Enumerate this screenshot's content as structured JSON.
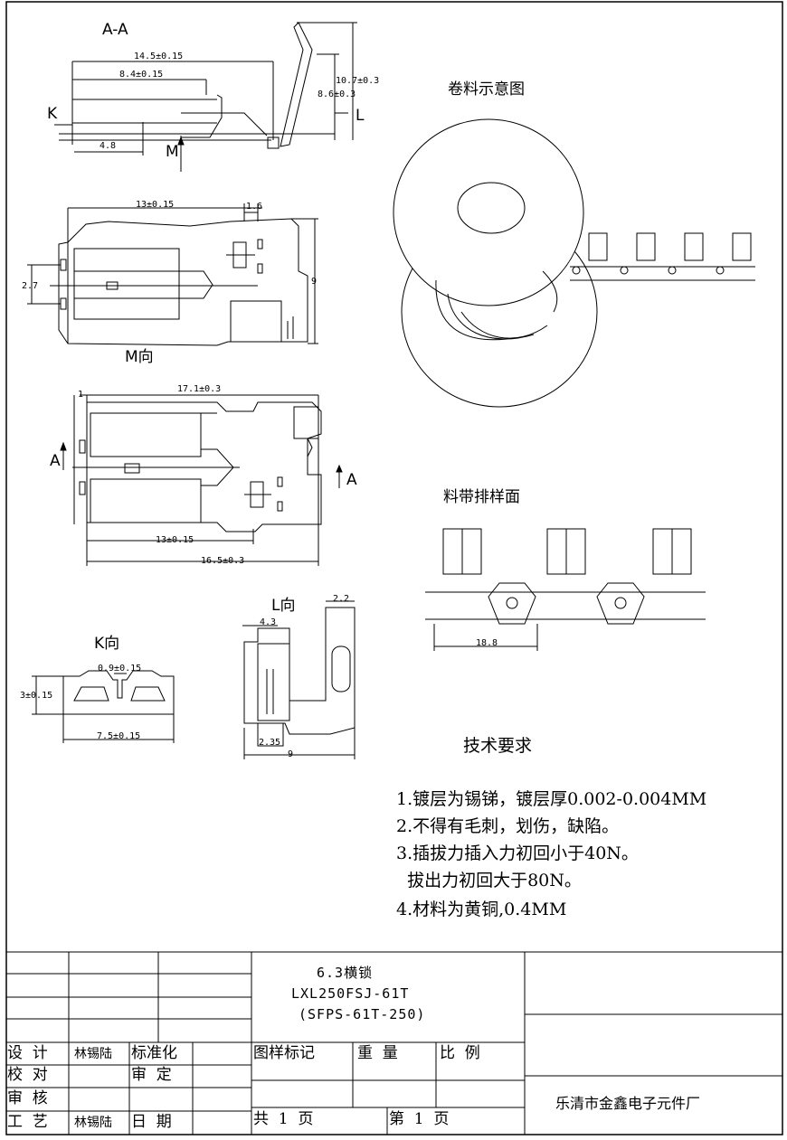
{
  "section_aa": {
    "title": "A-A",
    "dims": {
      "d1": "14.5±0.15",
      "d2": "8.4±0.15",
      "d3": "10.7±0.3",
      "d4": "8.6±0.3",
      "d5": "4.8"
    },
    "label_k": "K",
    "label_m": "M",
    "label_l": "L"
  },
  "view_m": {
    "title": "M向",
    "dims": {
      "d1": "13±0.15",
      "d2": "1.6",
      "d3": "2.7",
      "d4": "9"
    }
  },
  "plan": {
    "dims": {
      "d1": "1",
      "d2": "17.1±0.3",
      "d3": "13±0.15",
      "d4": "16.5±0.3"
    },
    "label_a1": "A",
    "label_a2": "A"
  },
  "view_k": {
    "title": "K向",
    "dims": {
      "d1": "0.9±0.15",
      "d2": "3±0.15",
      "d3": "7.5±0.15"
    }
  },
  "view_l": {
    "title": "L向",
    "dims": {
      "d1": "2.2",
      "d2": "4.3",
      "d3": "2.35",
      "d4": "9"
    }
  },
  "reel": {
    "title": "卷料示意图"
  },
  "strip": {
    "title": "料带排样面",
    "dim": "18.8"
  },
  "tech": {
    "title": "技术要求",
    "items": [
      "1.镀层为锡锑，镀层厚0.002-0.004MM",
      "2.不得有毛刺，划伤，缺陷。",
      "3.插拔力插入力初回小于40N。",
      "  拔出力初回大于80N。",
      "4.材料为黄铜,0.4MM"
    ]
  },
  "title_block": {
    "name_line1": "6.3横锁",
    "name_line2": "LXL250FSJ-61T",
    "name_line3": "(SFPS-61T-250)",
    "rows": [
      {
        "label": "设  计",
        "sign": "林锡陆",
        "label2": "标准化"
      },
      {
        "label": "校  对",
        "sign": "",
        "label2": "审  定"
      },
      {
        "label": "审  核",
        "sign": "",
        "label2": ""
      },
      {
        "label": "工  艺",
        "sign": "林锡陆",
        "label2": "日  期"
      }
    ],
    "mark_label": "图样标记",
    "weight_label": "重  量",
    "scale_label": "比  例",
    "total_pages": "共  1  页",
    "page_no": "第  1  页",
    "company": "乐清市金鑫电子元件厂"
  }
}
